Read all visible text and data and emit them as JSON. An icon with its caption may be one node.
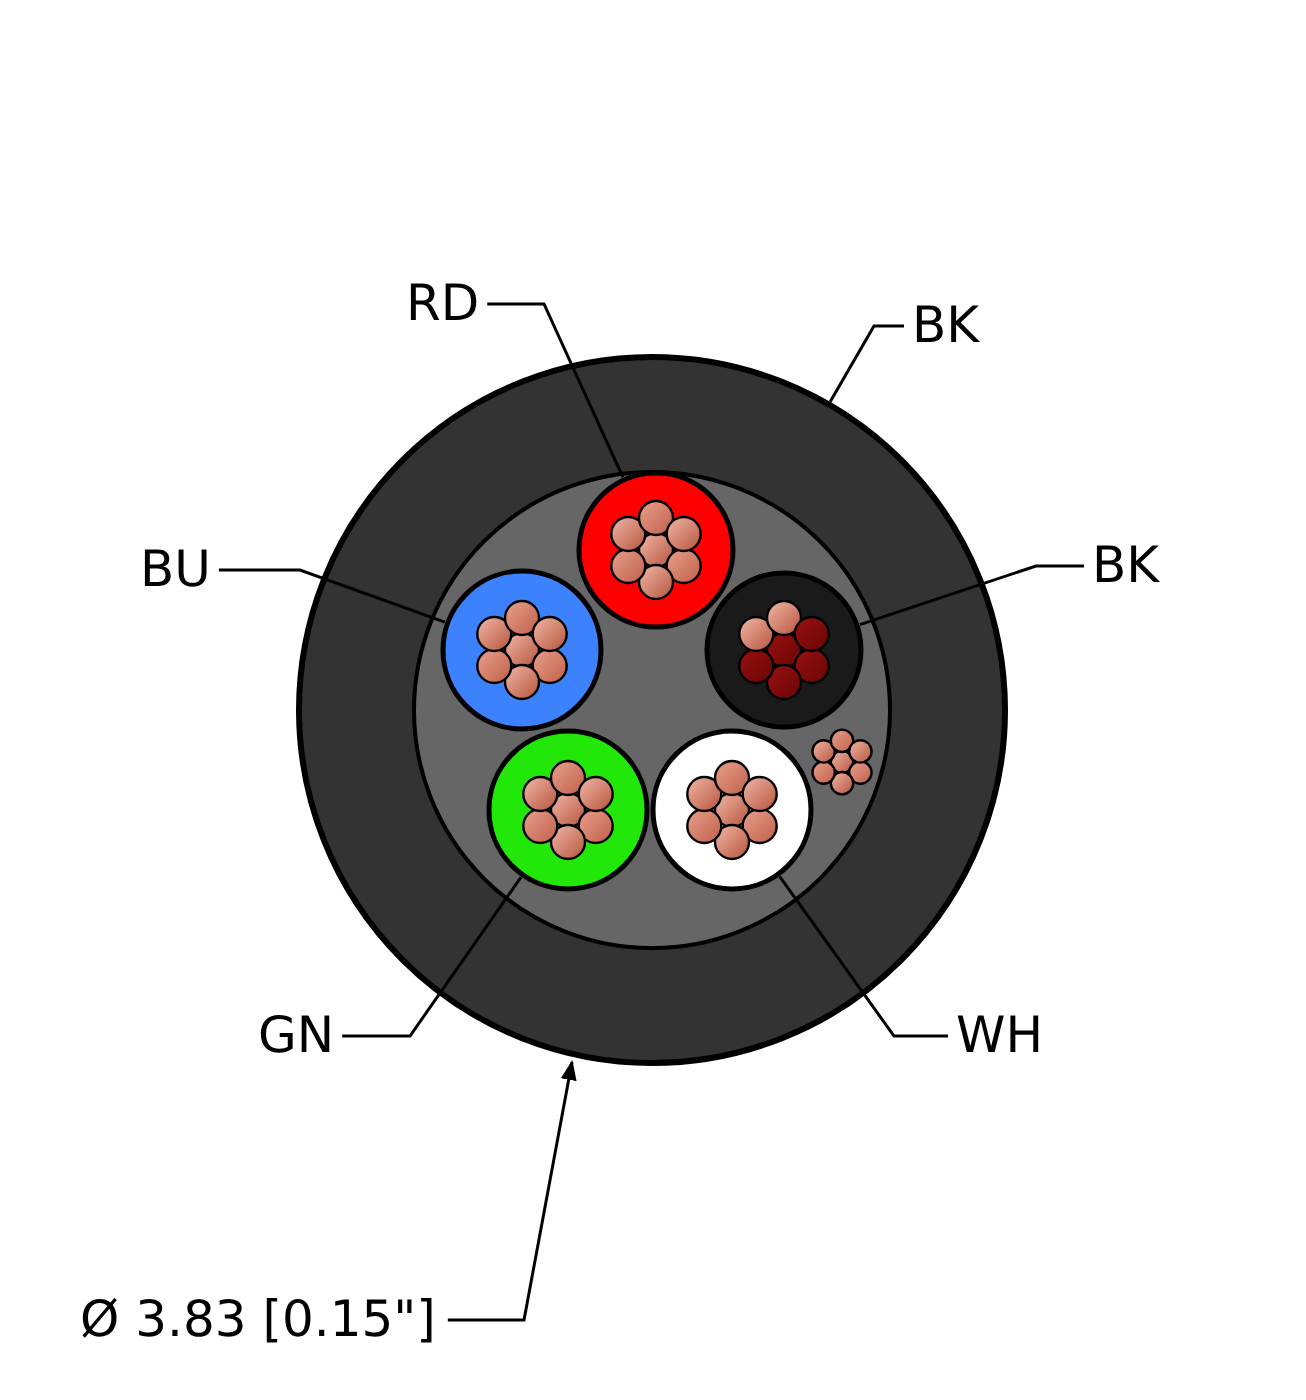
{
  "diagram": {
    "nodes": [
      {
        "text": [
          "RD"
        ]
      },
      {
        "text": [
          "BK"
        ]
      },
      {
        "text": [
          "BU"
        ]
      },
      {
        "text": [
          "BK"
        ]
      },
      {
        "text": [
          "GN"
        ]
      },
      {
        "text": [
          "WH"
        ]
      },
      {
        "text": [],
        "shape": "circle"
      },
      {
        "text": [],
        "shape": "circle",
        "in": 6
      },
      {
        "text": [],
        "shape": "circle",
        "in": 6
      },
      {
        "text": [],
        "shape": "circle",
        "in": 6
      },
      {
        "text": [],
        "shape": "circle",
        "in": 6
      },
      {
        "text": [],
        "shape": "circle",
        "in": 6
      }
    ],
    "edges": [
      {
        "from": 0,
        "to": 7,
        "arrow": "none"
      },
      {
        "from": 1,
        "to": 6,
        "arrow": "none"
      },
      {
        "from": 2,
        "to": 8,
        "arrow": "none"
      },
      {
        "from": 3,
        "to": 9,
        "arrow": "none"
      },
      {
        "from": 4,
        "to": 10,
        "arrow": "none"
      },
      {
        "from": 5,
        "to": 11,
        "arrow": "none"
      }
    ],
    "labels": [
      "Ø 3.83 [0.15\"]"
    ]
  }
}
